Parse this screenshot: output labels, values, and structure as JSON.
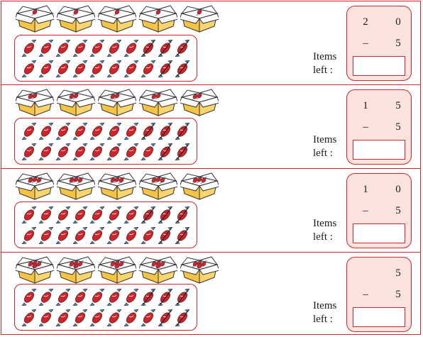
{
  "rows": [
    {
      "tens": "2",
      "ones": "0",
      "minus": "–",
      "subtrahend": "5",
      "items_label": "Items",
      "left_label": "left :",
      "candies_per_box": 1
    },
    {
      "tens": "1",
      "ones": "5",
      "minus": "–",
      "subtrahend": "5",
      "items_label": "Items",
      "left_label": "left :",
      "candies_per_box": 2
    },
    {
      "tens": "1",
      "ones": "0",
      "minus": "–",
      "subtrahend": "5",
      "items_label": "Items",
      "left_label": "left :",
      "candies_per_box": 3
    },
    {
      "tens": "",
      "ones": "5",
      "minus": "–",
      "subtrahend": "5",
      "items_label": "Items",
      "left_label": "left :",
      "candies_per_box": 4
    }
  ],
  "boxes_per_row": 5,
  "candies_per_row": 20,
  "crossed_per_row": [
    5,
    5,
    5,
    5
  ],
  "colors": {
    "border": "#d2232a",
    "card_fill": "#fbe4de",
    "candy": "#d2232a",
    "box": "#f6c344"
  }
}
